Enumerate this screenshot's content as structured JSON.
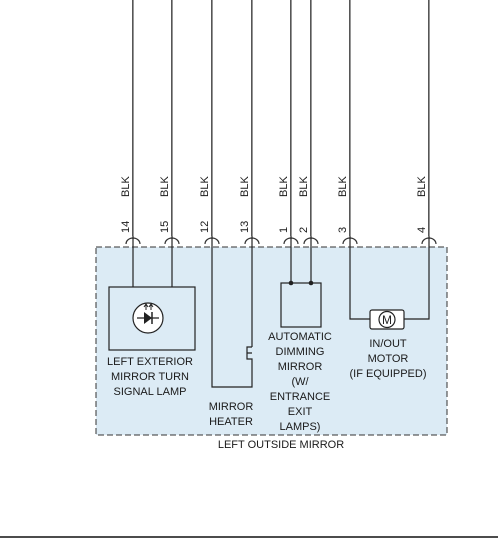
{
  "wire_color_label": "BLK",
  "pins": [
    "14",
    "15",
    "12",
    "13",
    "1",
    "2",
    "3",
    "4"
  ],
  "components": {
    "turn_lamp": [
      "LEFT EXTERIOR",
      "MIRROR TURN",
      "SIGNAL LAMP"
    ],
    "heater": [
      "MIRROR",
      "HEATER"
    ],
    "dimming": [
      "AUTOMATIC",
      "DIMMING",
      "MIRROR",
      "(W/",
      "ENTRANCE",
      "EXIT",
      "LAMPS)"
    ],
    "motor": [
      "IN/OUT",
      "MOTOR",
      "(IF EQUIPPED)"
    ],
    "motor_symbol": "M"
  },
  "assembly_label": "LEFT OUTSIDE MIRROR",
  "colors": {
    "assembly_fill": "#dcebf5",
    "wire": "#444444",
    "outline": "#222222"
  },
  "icons": [
    "led-lamp-icon",
    "heater-coil-icon",
    "motor-icon"
  ]
}
